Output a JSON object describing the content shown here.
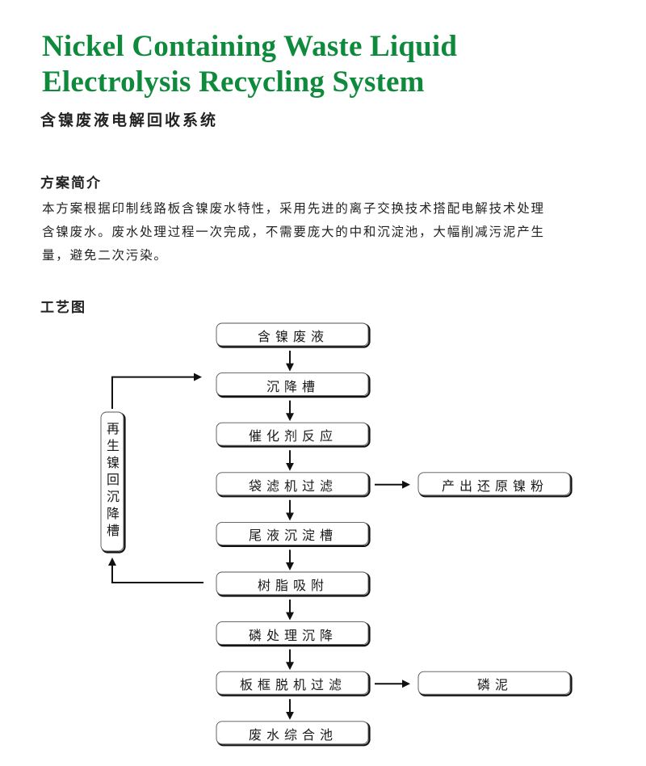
{
  "header": {
    "title_en_line1": "Nickel Containing Waste Liquid",
    "title_en_line2": "Electrolysis Recycling System",
    "title_cn": "含镍废液电解回收系统"
  },
  "intro": {
    "heading": "方案简介",
    "lines": [
      "本方案根据印制线路板含镍废水特性，采用先进的离子交换技术搭配电解技术处理",
      "含镍废水。废水处理过程一次完成，不需要庞大的中和沉淀池，大幅削减污泥产生",
      "量，避免二次污染。"
    ]
  },
  "process": {
    "heading": "工艺图",
    "main_steps": [
      "含镍废液",
      "沉降槽",
      "催化剂反应",
      "袋滤机过滤",
      "尾液沉淀槽",
      "树脂吸附",
      "磷处理沉降",
      "板框脱机过滤",
      "废水综合池"
    ],
    "side_outputs": [
      {
        "from": "袋滤机过滤",
        "label": "产出还原镍粉"
      },
      {
        "from": "板框脱机过滤",
        "label": "磷泥"
      }
    ],
    "recycle_loop": {
      "from": "树脂吸附",
      "label": "再生镍回沉降槽",
      "to": "沉降槽"
    }
  },
  "colors": {
    "title_green": "#0f8a3c",
    "text": "#1a1a1a"
  }
}
